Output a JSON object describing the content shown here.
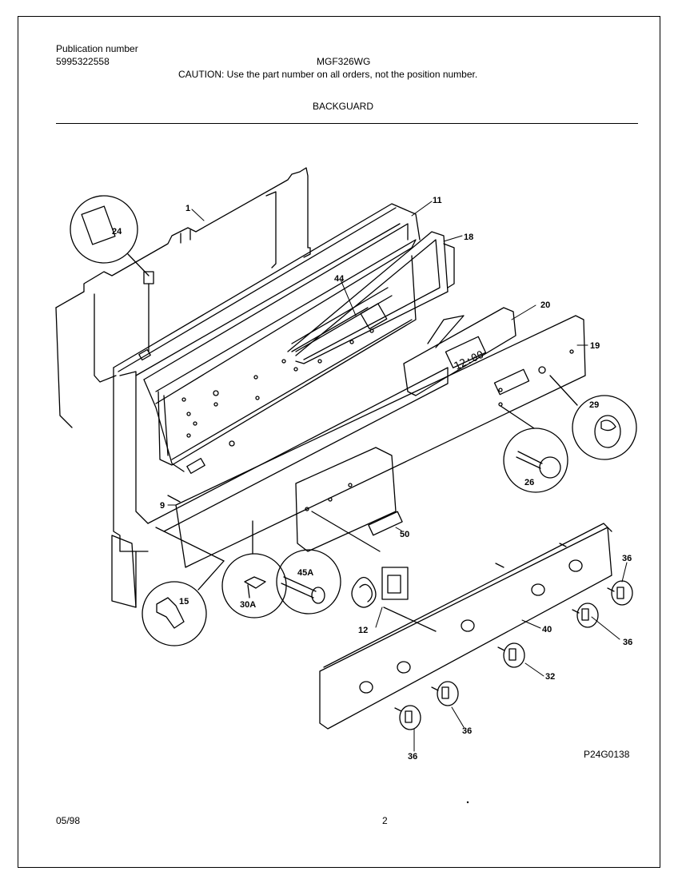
{
  "header": {
    "publication_label": "Publication number",
    "publication_number": "5995322558",
    "model": "MGF326WG",
    "caution": "CAUTION:  Use the part number on all orders, not the position number.",
    "section": "BACKGUARD"
  },
  "diagram": {
    "clock_display": "12:00",
    "callouts": {
      "c1": "1",
      "c24": "24",
      "c11": "11",
      "c18": "18",
      "c44": "44",
      "c20": "20",
      "c19": "19",
      "c29": "29",
      "c26": "26",
      "c9": "9",
      "c50": "50",
      "c15": "15",
      "c30a": "30A",
      "c45a": "45A",
      "c12": "12",
      "c36a": "36",
      "c36b": "36",
      "c40": "40",
      "c32": "32",
      "c36c": "36",
      "c36d": "36"
    },
    "figure_code": "P24G0138"
  },
  "footer": {
    "date": "05/98",
    "page": "2"
  }
}
